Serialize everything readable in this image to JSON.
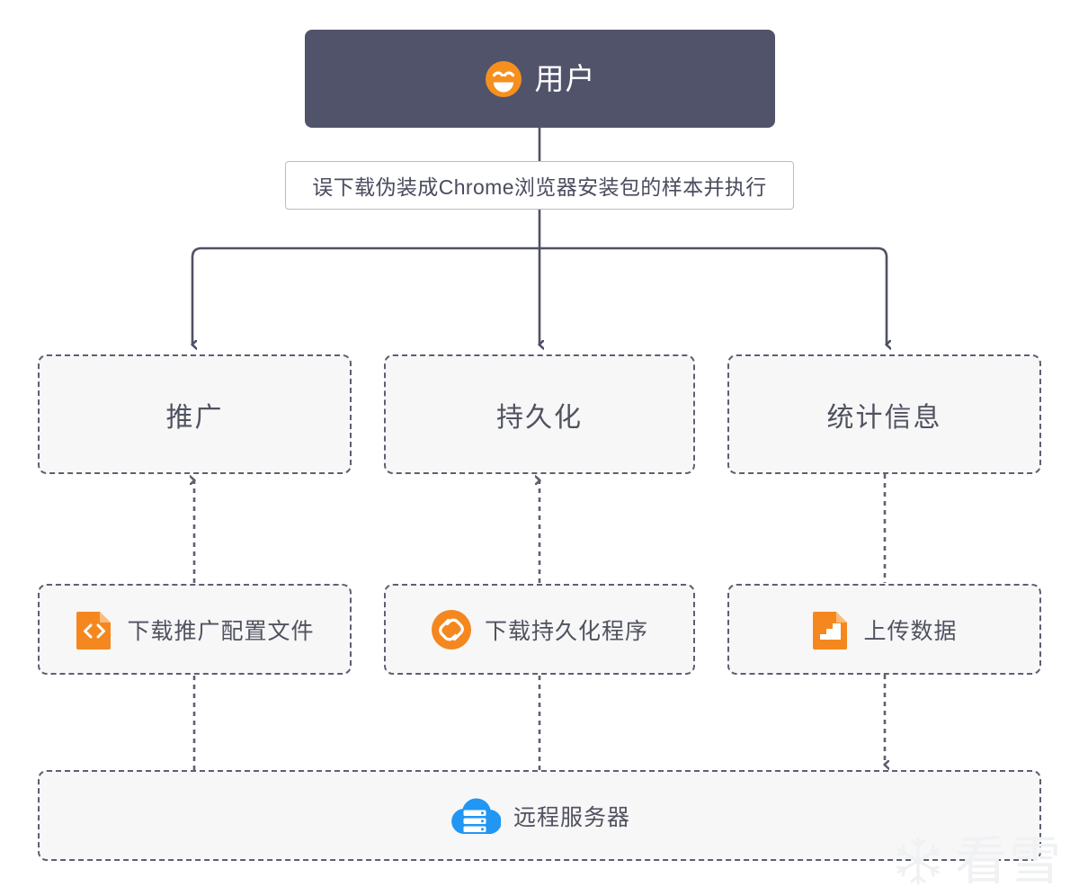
{
  "diagram": {
    "title": "用户",
    "type": "flowchart",
    "background_color": "#ffffff",
    "root": {
      "label": "用户",
      "icon": "smiley-face-emoji-icon",
      "fill_color": "#51536a",
      "text_color": "#ffffff"
    },
    "edge_caption": {
      "label": "误下载伪装成Chrome浏览器安装包的样本并执行",
      "border_color": "#b9bbc6",
      "text_color": "#4a4c5e"
    },
    "stages": [
      {
        "label": "推广"
      },
      {
        "label": "持久化"
      },
      {
        "label": "统计信息"
      }
    ],
    "tasks": [
      {
        "label": "下载推广配置文件",
        "icon": "file-code-icon",
        "icon_color": "#f5871f"
      },
      {
        "label": "下载持久化程序",
        "icon": "link-circle-icon",
        "icon_color": "#f5871f"
      },
      {
        "label": "上传数据",
        "icon": "file-chart-icon",
        "icon_color": "#f5871f"
      }
    ],
    "server": {
      "label": "远程服务器",
      "icon": "cloud-server-icon",
      "icon_color": "#2196f3"
    },
    "connector_colors": {
      "solid": "#4f5165",
      "dashed": "#5d6070"
    },
    "node_style": {
      "dashed_fill": "#f7f7f8",
      "dashed_border": "#5d6070"
    }
  },
  "watermark": {
    "text": "看雪",
    "icon": "snowflake-icon",
    "color": "#f0f1f3"
  }
}
